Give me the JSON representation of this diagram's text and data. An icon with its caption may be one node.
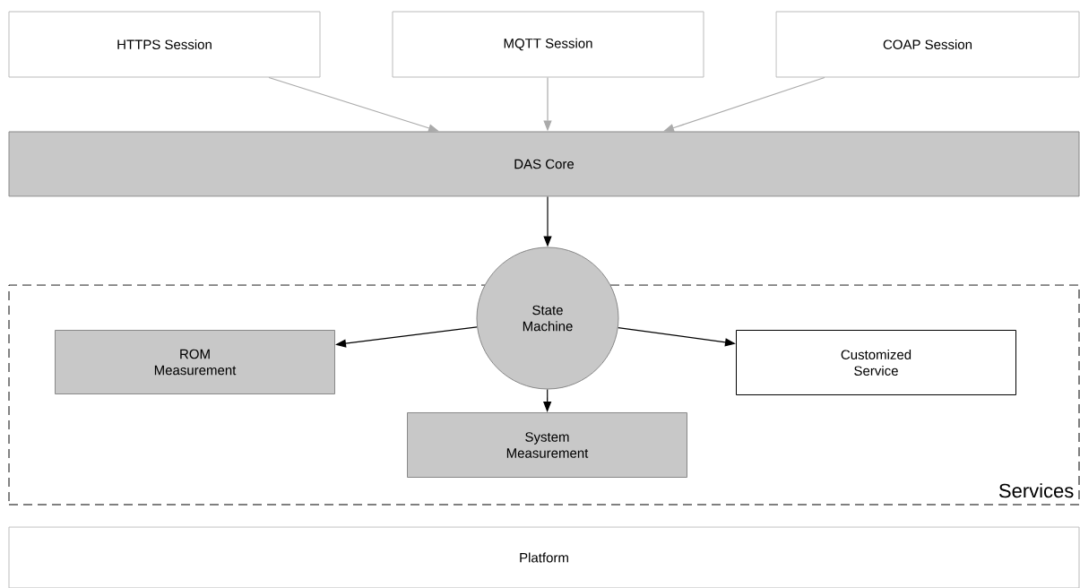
{
  "diagram": {
    "nodes": [
      {
        "text": [
          "HTTPS Session"
        ]
      },
      {
        "text": [
          "MQTT Session"
        ]
      },
      {
        "text": [
          "COAP Session"
        ]
      },
      {
        "text": [
          "DAS Core"
        ]
      },
      {
        "text": [
          "Services"
        ]
      },
      {
        "text": [
          "State Machine"
        ]
      },
      {
        "text": [
          "ROM Measurement"
        ],
        "in": 4
      },
      {
        "text": [
          "Customized Service"
        ],
        "in": 4
      },
      {
        "text": [
          "System Measurement"
        ],
        "in": 4
      },
      {
        "text": [
          "Platform"
        ]
      }
    ],
    "edges": [
      {
        "from": 0,
        "to": 3,
        "arrow": "to",
        "color": "#aaaaaa"
      },
      {
        "from": 1,
        "to": 3,
        "arrow": "to",
        "color": "#aaaaaa"
      },
      {
        "from": 2,
        "to": 3,
        "arrow": "to",
        "color": "#aaaaaa"
      },
      {
        "from": 3,
        "to": 5,
        "arrow": "to"
      },
      {
        "from": 5,
        "to": 6,
        "arrow": "to"
      },
      {
        "from": 5,
        "to": 7,
        "arrow": "to"
      },
      {
        "from": 5,
        "to": 8,
        "arrow": "to"
      }
    ]
  }
}
